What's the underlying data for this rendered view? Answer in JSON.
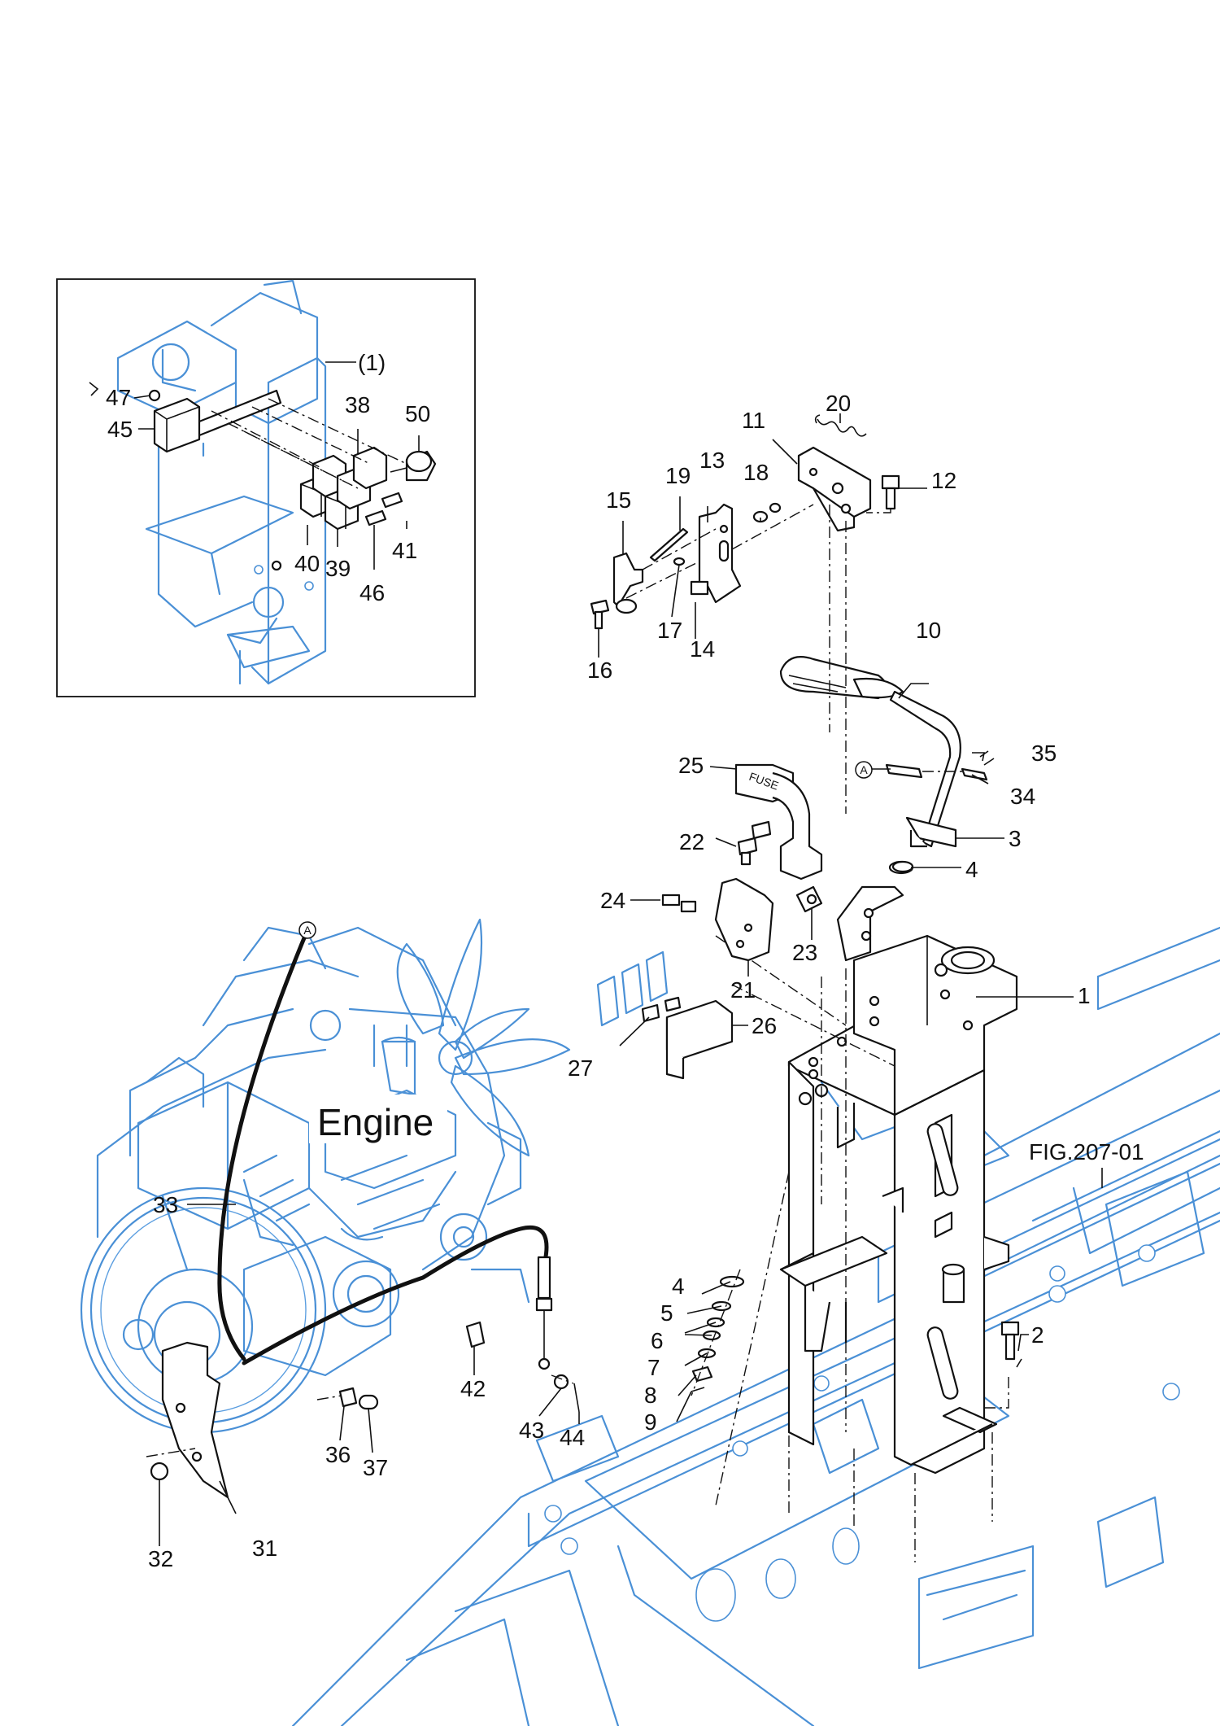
{
  "diagram": {
    "engine_label": "Engine",
    "figure_reference": "FIG.207-01",
    "connector_marker": "A",
    "inset_callouts": [
      "(1)",
      "38",
      "47",
      "45",
      "50",
      "40",
      "39",
      "41",
      "46"
    ],
    "part_callouts": [
      "1",
      "2",
      "3",
      "4",
      "4",
      "5",
      "6",
      "7",
      "8",
      "9",
      "10",
      "11",
      "12",
      "13",
      "14",
      "15",
      "16",
      "17",
      "18",
      "19",
      "20",
      "21",
      "22",
      "23",
      "24",
      "25",
      "26",
      "27",
      "31",
      "32",
      "33",
      "34",
      "35",
      "36",
      "37",
      "42",
      "43",
      "44"
    ],
    "fuse_text": "FUSE"
  },
  "colors": {
    "context_line": "#4a90d6",
    "part_line": "#111111",
    "background": "#ffffff"
  }
}
